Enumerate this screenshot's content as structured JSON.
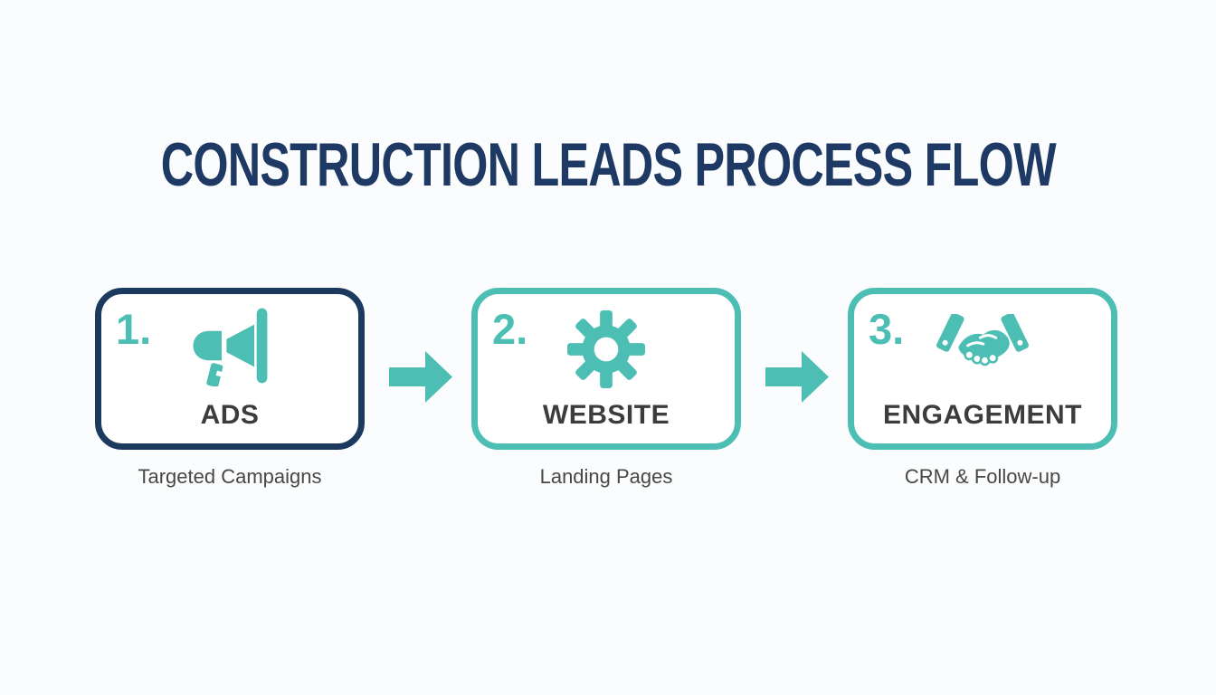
{
  "title": "CONSTRUCTION LEADS PROCESS FLOW",
  "colors": {
    "teal": "#4DBEB4",
    "navy_border": "#1C3A5E",
    "title_text": "#1E3A64",
    "step_label": "#3C3C3C",
    "sublabel": "#474747",
    "background": "#FBFCFD",
    "box_background": "#FFFFFF"
  },
  "steps": [
    {
      "number": "1.",
      "icon": "megaphone-icon",
      "label": "ADS",
      "sublabel": "Targeted Campaigns",
      "border_color": "#1C3A5E"
    },
    {
      "number": "2.",
      "icon": "gear-icon",
      "label": "WEBSITE",
      "sublabel": "Landing Pages",
      "border_color": "#4DBEB4"
    },
    {
      "number": "3.",
      "icon": "handshake-icon",
      "label": "ENGAGEMENT",
      "sublabel": "CRM & Follow-up",
      "border_color": "#4DBEB4"
    }
  ],
  "arrows": {
    "count": 2,
    "direction": "right",
    "color": "#4DBEB4"
  }
}
